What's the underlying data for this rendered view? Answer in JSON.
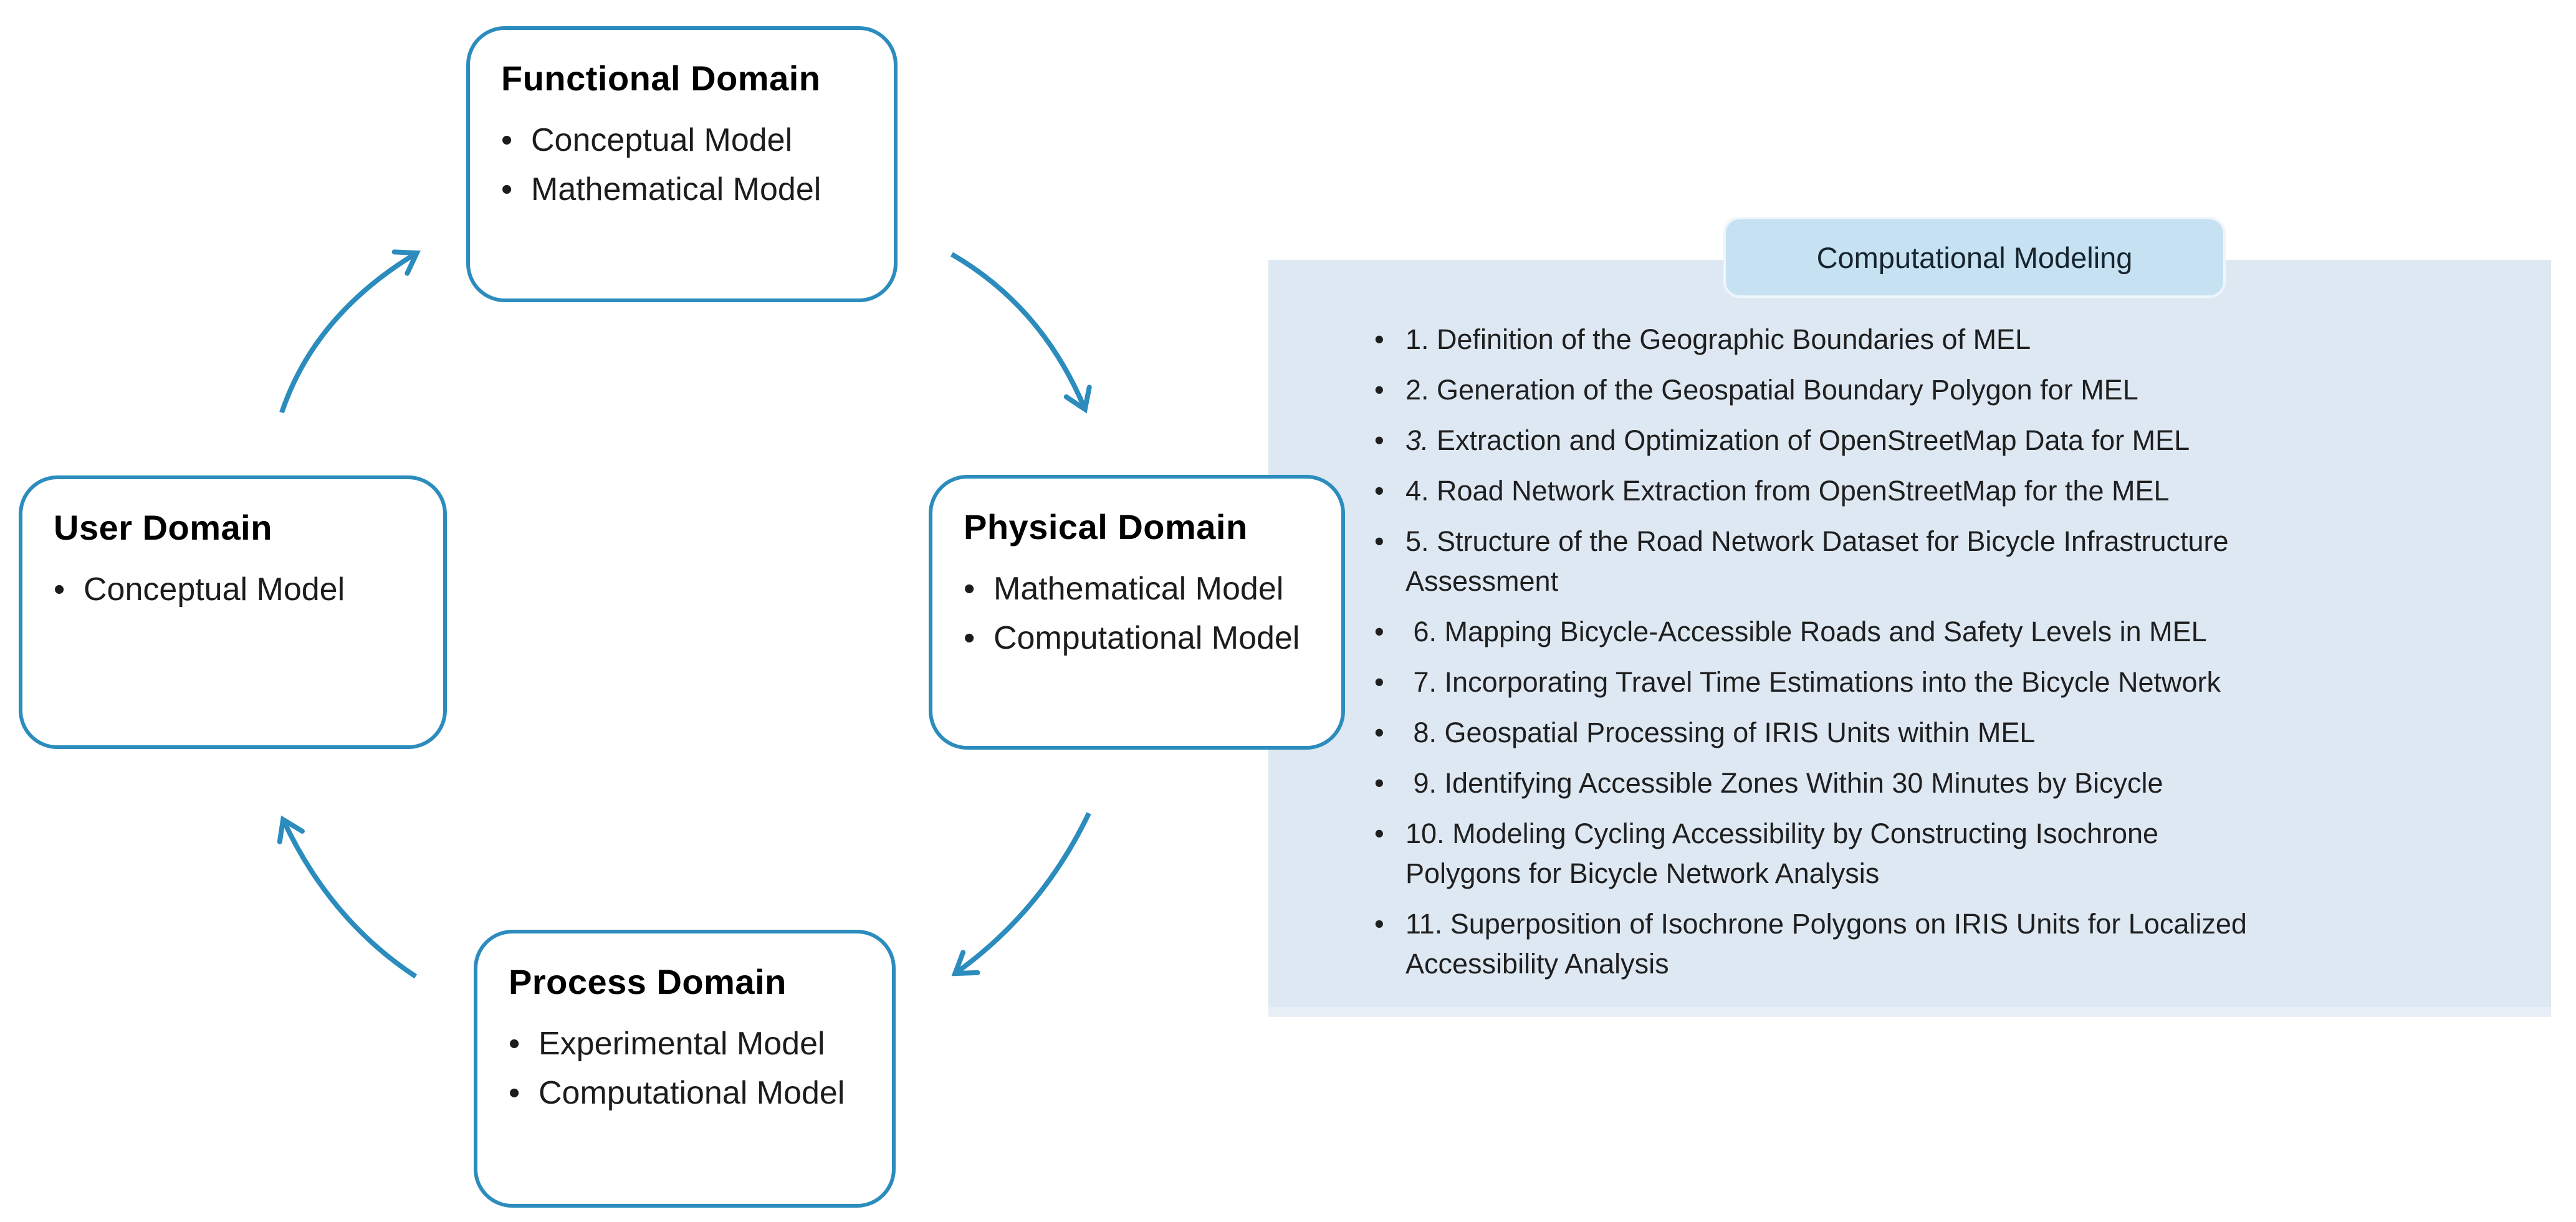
{
  "diagram": {
    "nodes": [
      {
        "id": "functional",
        "title": "Functional Domain",
        "bullets": [
          "Conceptual Model",
          "Mathematical Model"
        ]
      },
      {
        "id": "physical",
        "title": "Physical Domain",
        "bullets": [
          "Mathematical Model",
          "Computational Model"
        ]
      },
      {
        "id": "process",
        "title": "Process Domain",
        "bullets": [
          "Experimental Model",
          "Computational Model"
        ]
      },
      {
        "id": "user",
        "title": "User Domain",
        "bullets": [
          "Conceptual Model"
        ]
      }
    ],
    "panel": {
      "title": "Computational Modeling",
      "items": [
        {
          "num": "1.",
          "text": "Definition of the Geographic Boundaries of MEL"
        },
        {
          "num": "2.",
          "text": "Generation of the Geospatial Boundary Polygon for MEL"
        },
        {
          "num": "3.",
          "italic": true,
          "text": "Extraction and Optimization of OpenStreetMap Data for MEL"
        },
        {
          "num": "4.",
          "text": "Road Network Extraction from OpenStreetMap for the MEL"
        },
        {
          "num": "5.",
          "text": "Structure of the Road Network Dataset for Bicycle Infrastructure\nAssessment"
        },
        {
          "num": " 6.",
          "text": "Mapping Bicycle-Accessible Roads and Safety Levels in MEL"
        },
        {
          "num": " 7.",
          "text": "Incorporating Travel Time Estimations into the Bicycle Network"
        },
        {
          "num": " 8.",
          "text": "Geospatial Processing of IRIS Units within MEL"
        },
        {
          "num": " 9.",
          "text": "Identifying Accessible Zones Within 30 Minutes by Bicycle"
        },
        {
          "num": "10.",
          "text": "Modeling Cycling Accessibility by Constructing Isochrone\nPolygons for Bicycle Network Analysis"
        },
        {
          "num": "11.",
          "text": "Superposition of Isochrone Polygons on IRIS Units for Localized\nAccessibility Analysis"
        }
      ]
    },
    "colors": {
      "accent": "#2b8cbd",
      "panel_bg": "#dde8f3",
      "badge_bg": "#c6e1f2",
      "box_bg": "#ffffff",
      "text": "#1f1f1f"
    }
  }
}
